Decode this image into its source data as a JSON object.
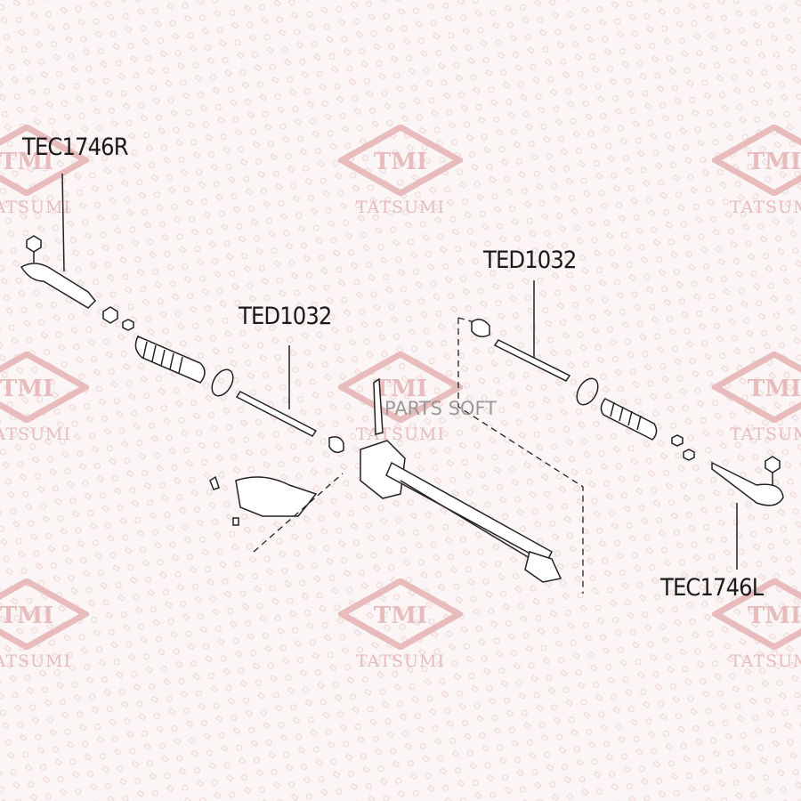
{
  "watermark": {
    "logo_text": "TMI",
    "brand": "TATSUMI",
    "overlay": "PARTS SOFT",
    "color": "#e8bcbc"
  },
  "labels": {
    "tie_rod_end_right": "TEC1746R",
    "inner_tie_rod_left": "TED1032",
    "inner_tie_rod_right": "TED1032",
    "tie_rod_end_left": "TEC1746L"
  }
}
